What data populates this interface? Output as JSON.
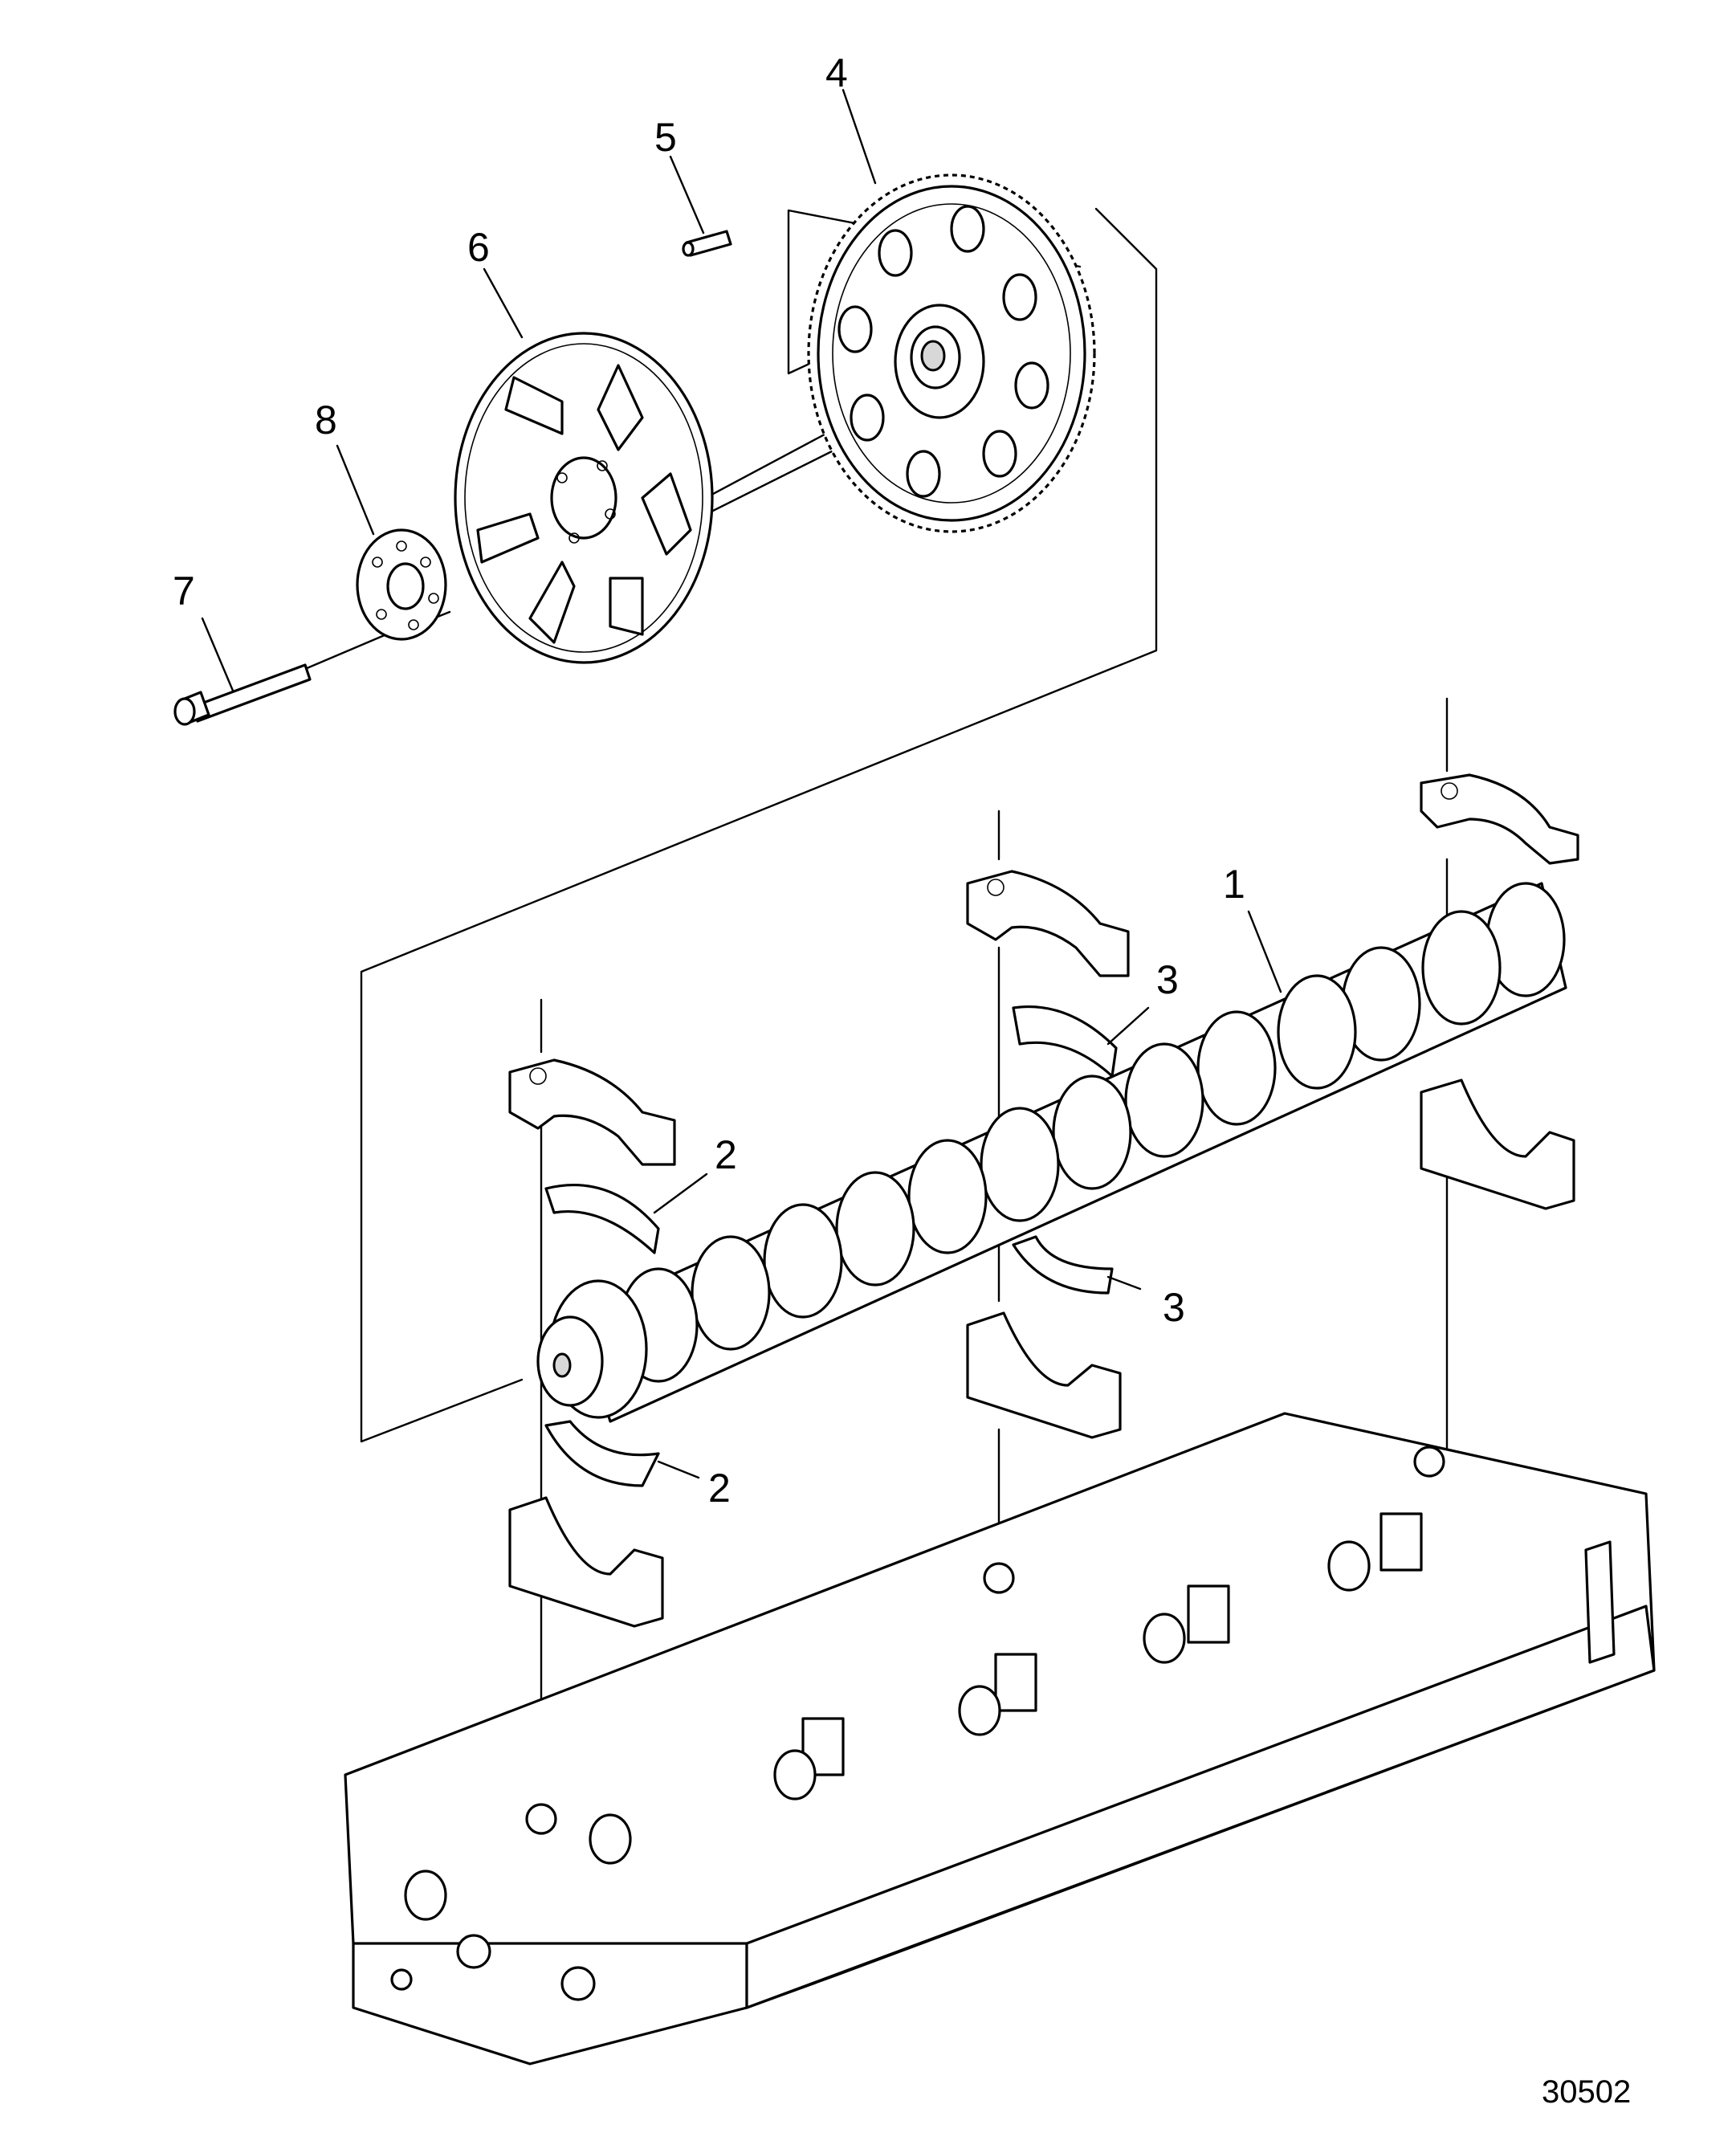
{
  "callouts": [
    {
      "id": "4",
      "text": "4"
    },
    {
      "id": "5",
      "text": "5"
    },
    {
      "id": "6",
      "text": "6"
    },
    {
      "id": "8",
      "text": "8"
    },
    {
      "id": "7",
      "text": "7"
    },
    {
      "id": "1",
      "text": "1"
    },
    {
      "id": "3a",
      "text": "3"
    },
    {
      "id": "2a",
      "text": "2"
    },
    {
      "id": "3b",
      "text": "3"
    },
    {
      "id": "2b",
      "text": "2"
    }
  ],
  "figure_number": "30502"
}
